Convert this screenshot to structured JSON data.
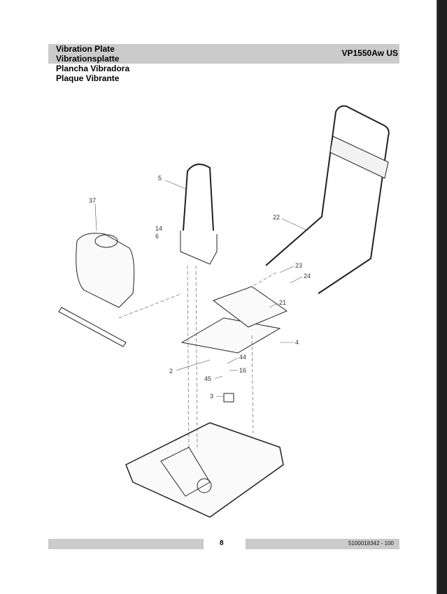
{
  "header": {
    "titles": [
      "Vibration Plate",
      "Vibrationsplatte",
      "Plancha Vibradora",
      "Plaque Vibrante"
    ],
    "model": "VP1550Aw US"
  },
  "callouts": [
    "5",
    "37",
    "14",
    "6",
    "22",
    "23",
    "24",
    "21",
    "4",
    "2",
    "44",
    "16",
    "45",
    "3"
  ],
  "footer": {
    "page": "8",
    "doc_number": "5100018342 - 100"
  }
}
